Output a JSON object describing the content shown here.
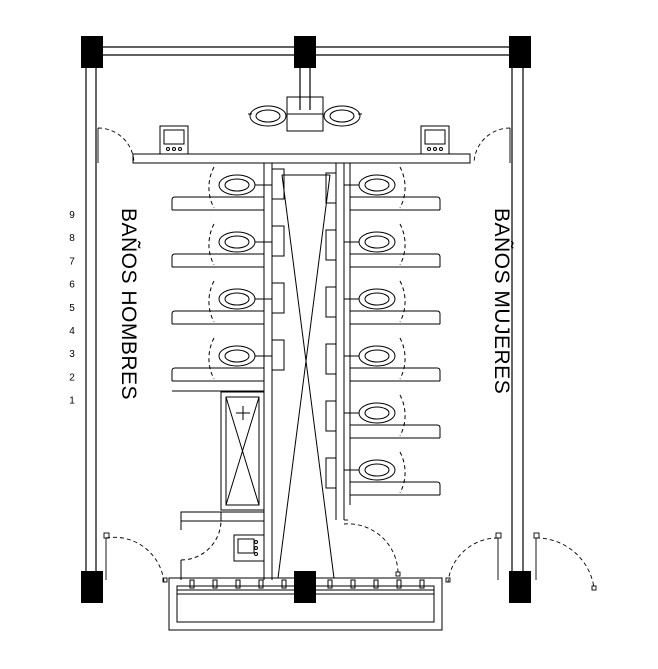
{
  "rooms": {
    "men": "BAÑOS HOMBRES",
    "women": "BAÑOS MUJERES"
  },
  "scale_numbers": [
    "9",
    "8",
    "7",
    "6",
    "5",
    "4",
    "3",
    "2",
    "1"
  ],
  "colors": {
    "line": "#000000",
    "column": "#000000",
    "background": "#ffffff"
  }
}
